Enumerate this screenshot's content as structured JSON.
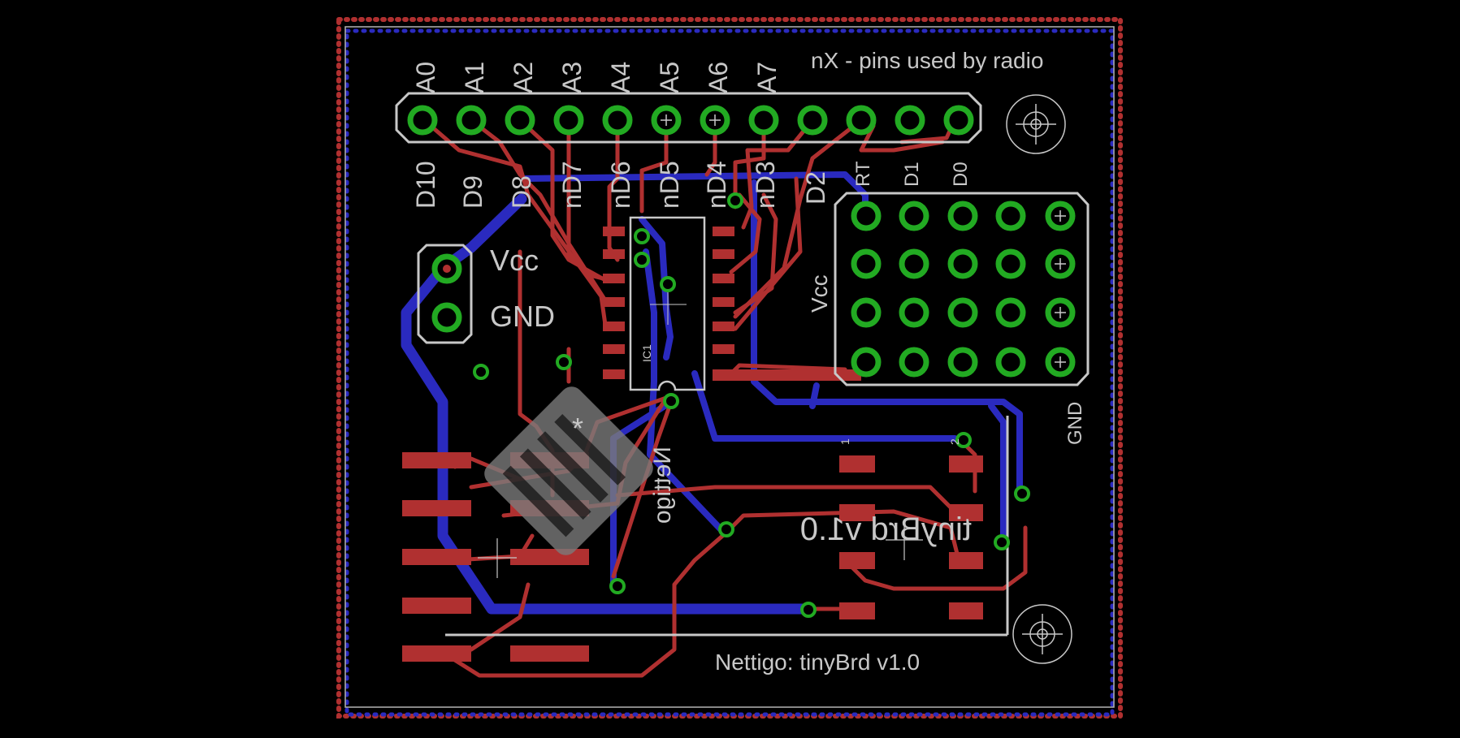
{
  "board": {
    "title": "Nettigo: tinyBrd v1.0",
    "mirrored_title": "tinyBrd v1.0",
    "mirrored_logo": "Nettigo",
    "radio_note": "nX - pins used by radio",
    "ic_label": "IC1",
    "top_pins": [
      "A0",
      "A1",
      "A2",
      "A3",
      "A4",
      "A5",
      "A6",
      "A7"
    ],
    "bottom_pins": [
      "D10",
      "D9",
      "D8",
      "nD7",
      "nD6",
      "nD5",
      "nD4",
      "nD3",
      "D2",
      "RT",
      "D1",
      "D0"
    ],
    "power_vcc": "Vcc",
    "power_gnd": "GND",
    "header_vcc": "Vcc",
    "header_gnd": "GND",
    "pad_numbers": [
      "1",
      "2"
    ],
    "asterisk": "*"
  },
  "colors": {
    "background": "#000000",
    "top_copper": "#b03030",
    "bottom_copper": "#2a2abf",
    "via": "#22aa22",
    "silkscreen": "#c8c8c8"
  }
}
